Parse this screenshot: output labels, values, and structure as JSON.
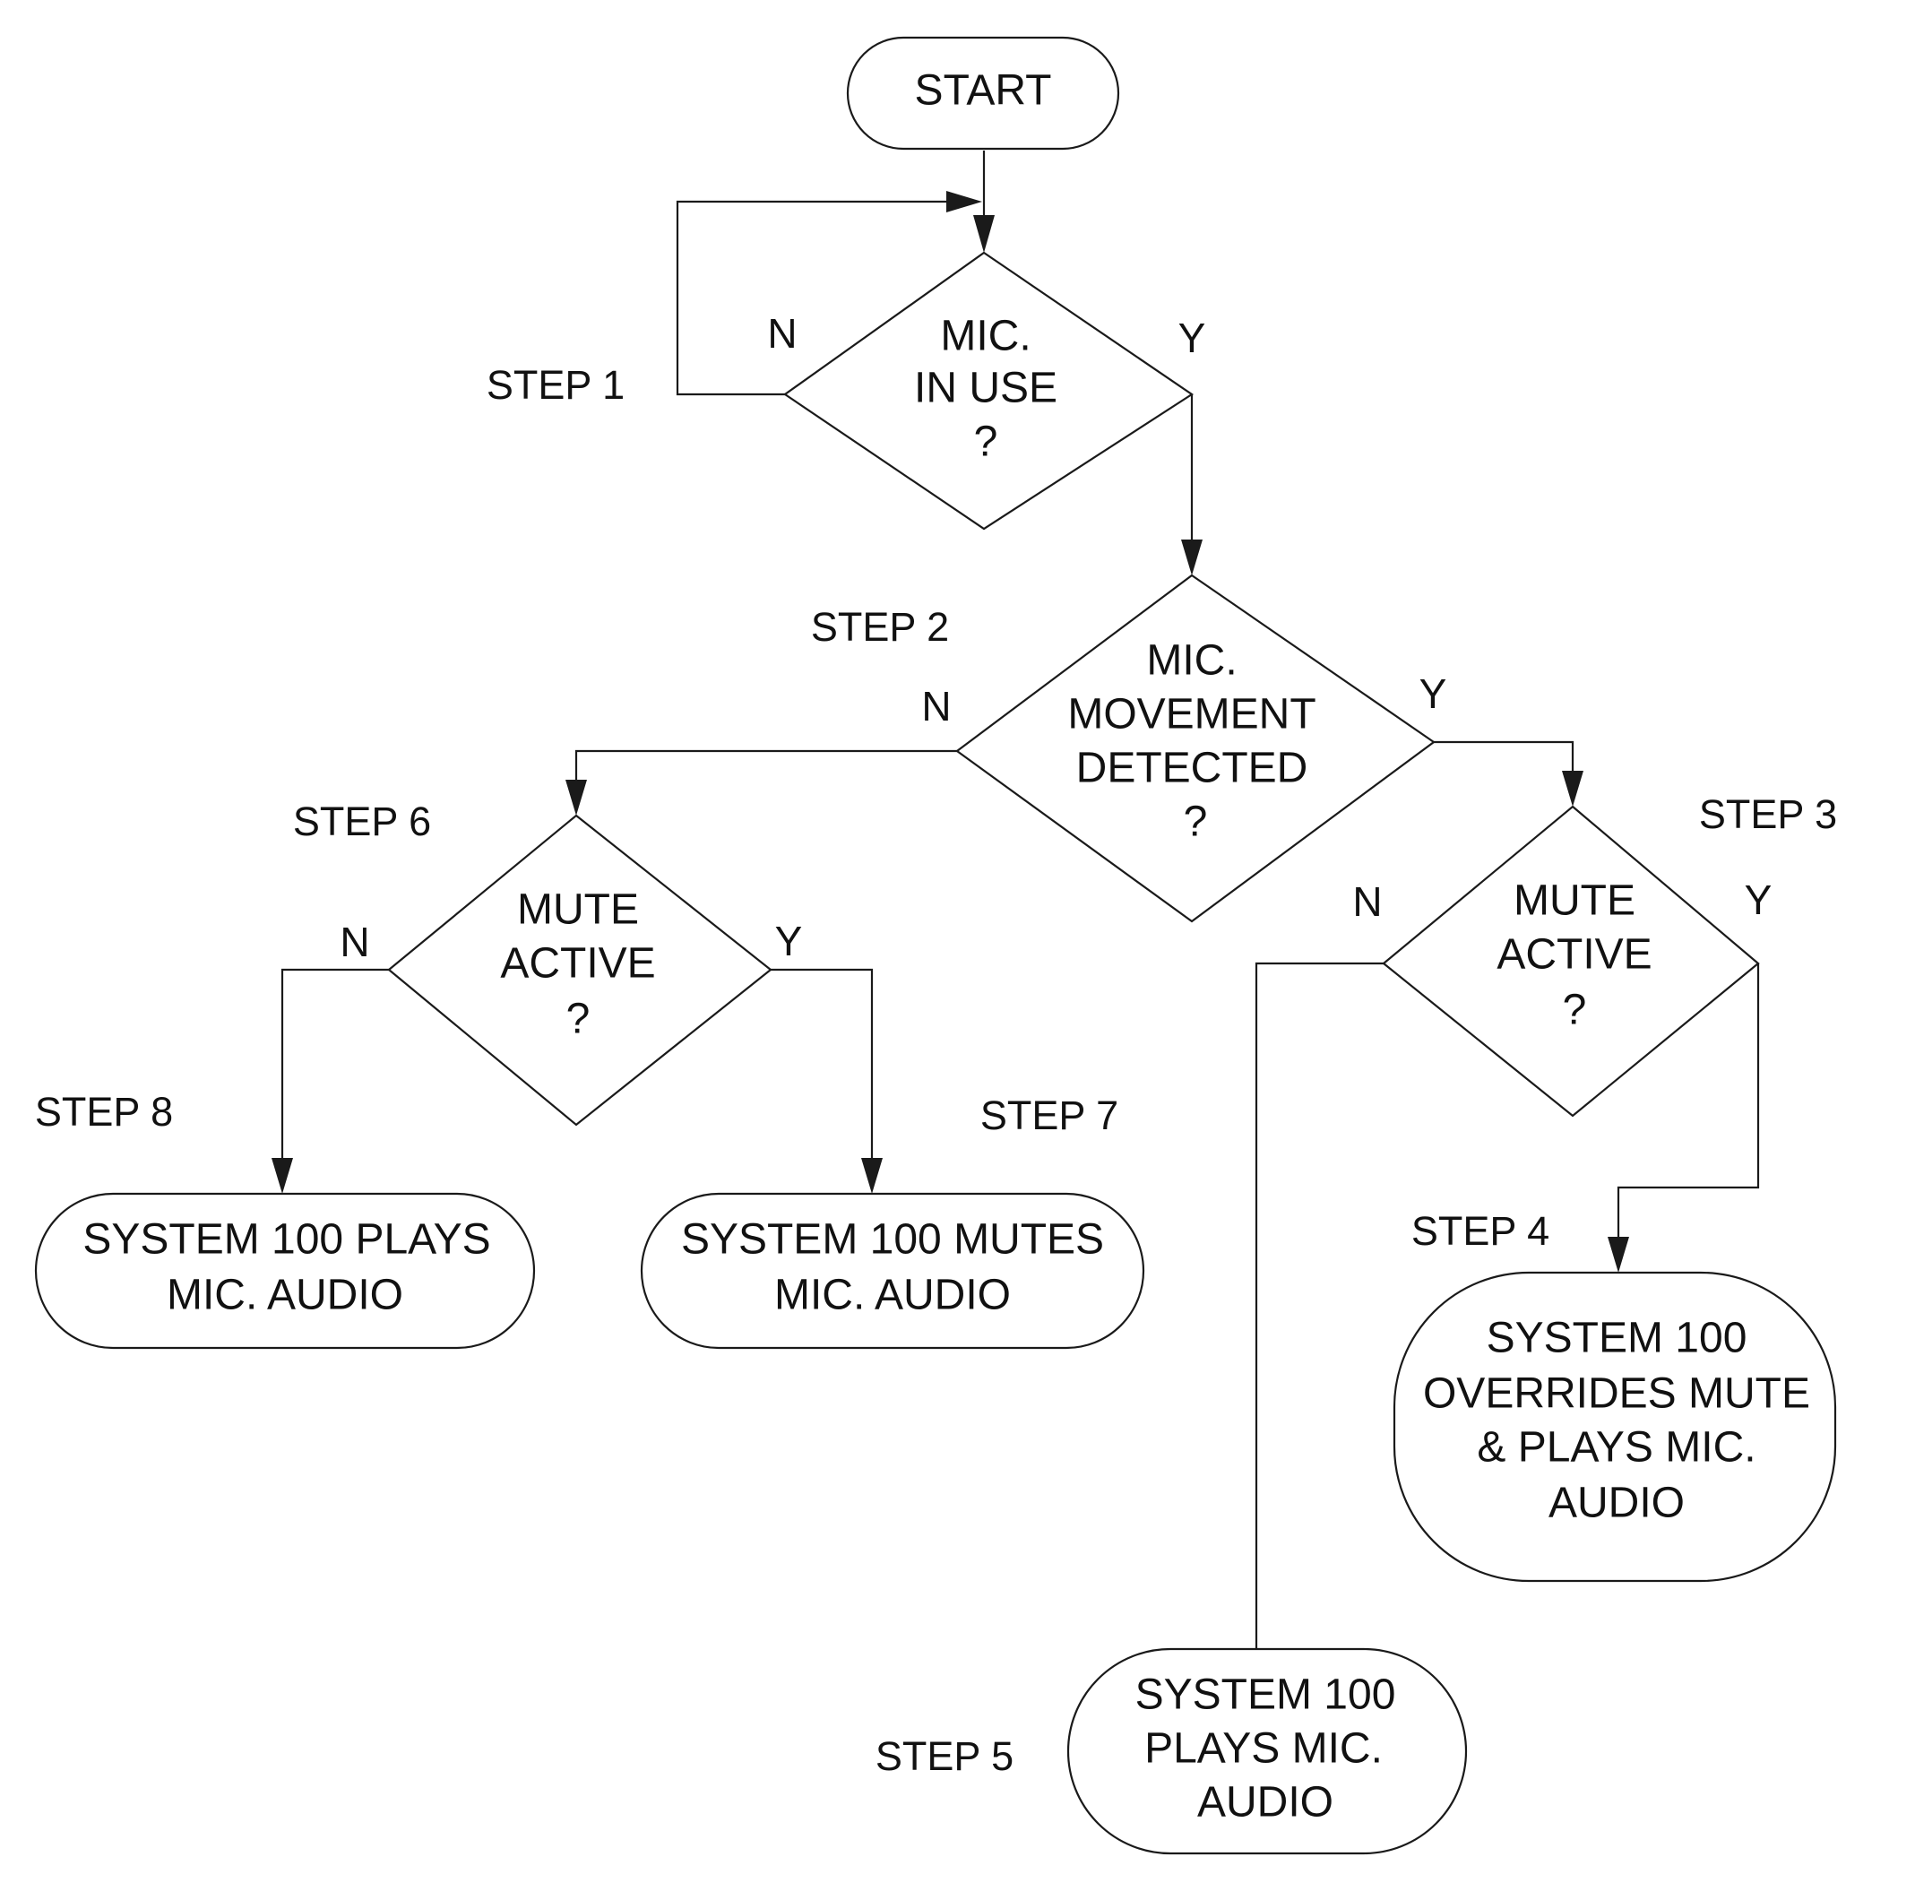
{
  "start": {
    "label": "START"
  },
  "decisions": {
    "mic_in_use": {
      "lines": [
        "MIC.",
        "IN USE",
        "?"
      ],
      "no": "N",
      "yes": "Y"
    },
    "movement": {
      "lines": [
        "MIC.",
        "MOVEMENT",
        "DETECTED",
        "?"
      ],
      "no": "N",
      "yes": "Y"
    },
    "mute_left": {
      "lines": [
        "MUTE",
        "ACTIVE",
        "?"
      ],
      "no": "N",
      "yes": "Y"
    },
    "mute_right": {
      "lines": [
        "MUTE",
        "ACTIVE",
        "?"
      ],
      "no": "N",
      "yes": "Y"
    }
  },
  "terminals": {
    "plays_left": {
      "lines": [
        "SYSTEM 100 PLAYS",
        "MIC. AUDIO"
      ]
    },
    "mutes": {
      "lines": [
        "SYSTEM 100 MUTES",
        "MIC. AUDIO"
      ]
    },
    "overrides": {
      "lines": [
        "SYSTEM 100",
        "OVERRIDES MUTE",
        "& PLAYS MIC.",
        "AUDIO"
      ]
    },
    "plays_bottom": {
      "lines": [
        "SYSTEM 100",
        "PLAYS MIC.",
        "AUDIO"
      ]
    }
  },
  "steps": {
    "s1": "STEP 1",
    "s2": "STEP 2",
    "s3": "STEP 3",
    "s4": "STEP 4",
    "s5": "STEP 5",
    "s6": "STEP 6",
    "s7": "STEP 7",
    "s8": "STEP 8"
  }
}
